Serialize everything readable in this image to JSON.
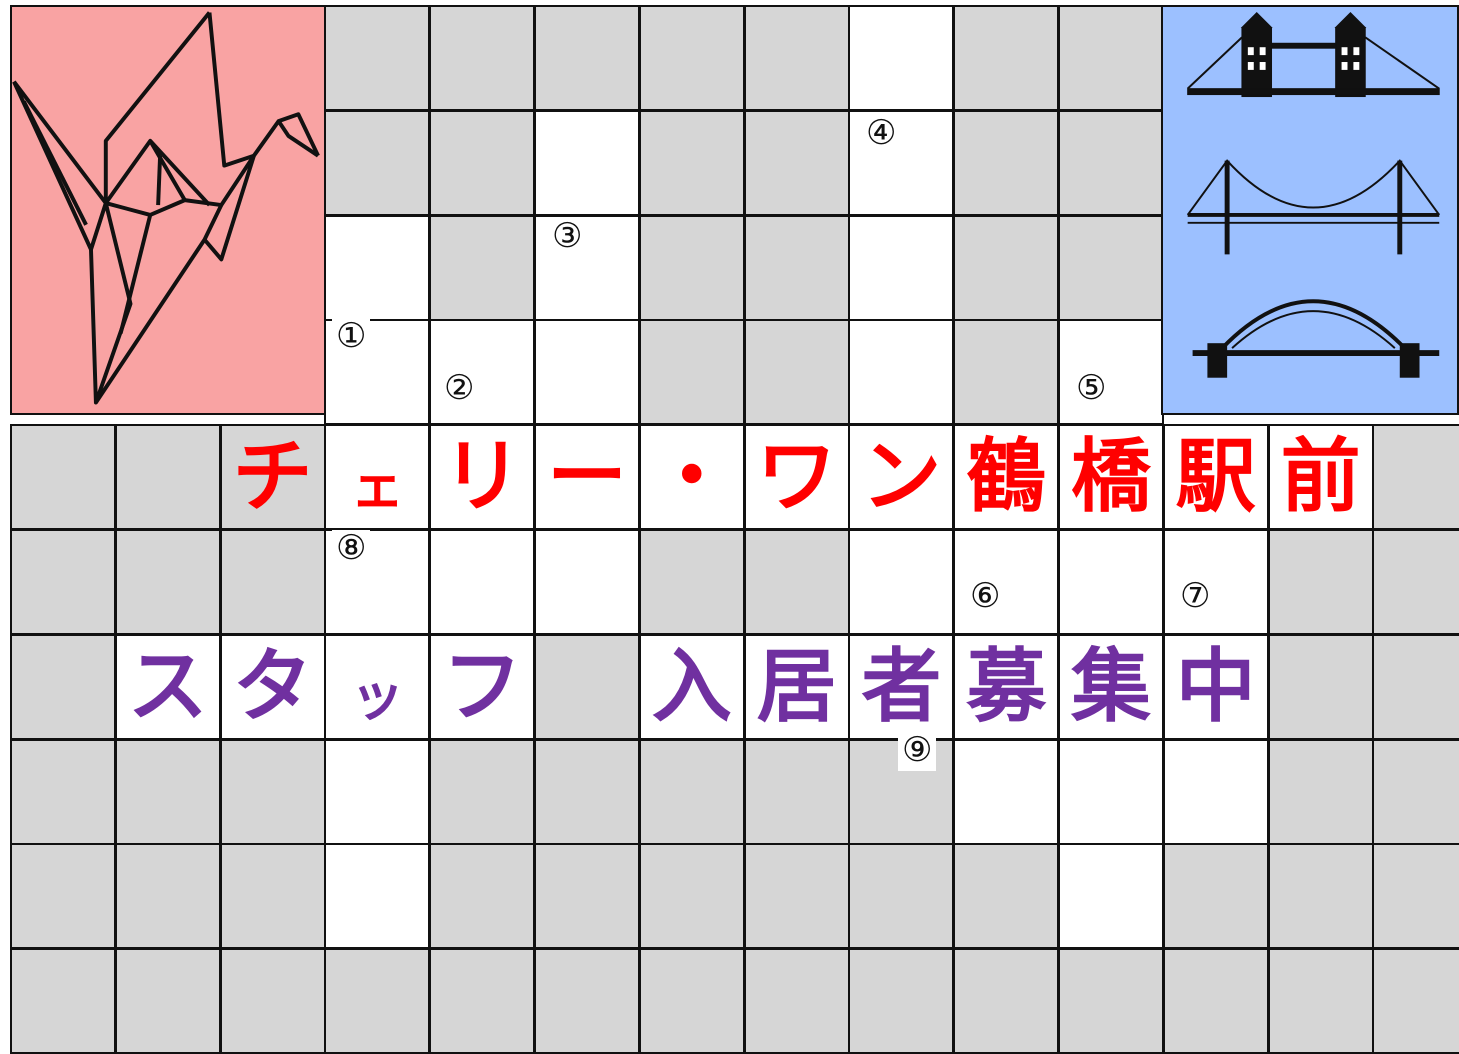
{
  "puzzle": {
    "clue_numbers": [
      "①",
      "②",
      "③",
      "④",
      "⑤",
      "⑥",
      "⑦",
      "⑧",
      "⑨"
    ]
  },
  "rows": {
    "red_text": [
      "チ",
      "ェ",
      "リ",
      "ー",
      "・",
      "ワ",
      "ン",
      "鶴",
      "橋",
      "駅",
      "前"
    ],
    "purple_text": [
      "ス",
      "タ",
      "ッ",
      "フ",
      "入",
      "居",
      "者",
      "募",
      "集",
      "中"
    ]
  },
  "colors": {
    "red": "#ff0000",
    "purple": "#7030a0",
    "grey_cell": "#d6d6d6",
    "open_cell": "#ffffff",
    "crane_bg": "#f9a3a3",
    "bridge_bg": "#9cc0ff"
  },
  "images": {
    "left": "origami-crane-icon",
    "right": "bridges-icon"
  }
}
